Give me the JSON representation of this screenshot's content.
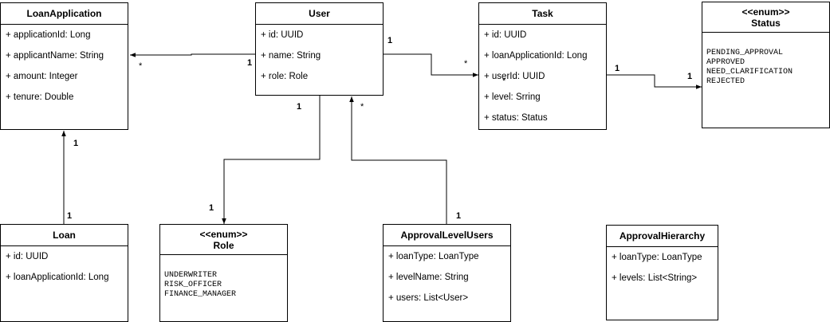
{
  "classes": {
    "loan_application": {
      "title": "LoanApplication",
      "attributes": [
        "+ applicationId: Long",
        "+ applicantName: String",
        "+ amount: Integer",
        "+ tenure: Double"
      ]
    },
    "user": {
      "title": "User",
      "attributes": [
        "+ id: UUID",
        "+ name: String",
        "+ role: Role"
      ]
    },
    "task": {
      "title": "Task",
      "attributes": [
        "+ id: UUID",
        "+ loanApplicationId: Long",
        "+ userId: UUID",
        "+ level: Srring",
        "+ status: Status"
      ]
    },
    "status": {
      "stereotype": "<<enum>>",
      "title": "Status",
      "values": [
        "PENDING_APPROVAL",
        "APPROVED",
        "NEED_CLARIFICATION",
        "REJECTED"
      ]
    },
    "loan": {
      "title": "Loan",
      "attributes": [
        "+ id: UUID",
        "+ loanApplicationId: Long"
      ]
    },
    "role": {
      "stereotype": "<<enum>>",
      "title": "Role",
      "values": [
        "UNDERWRITER",
        "RISK_OFFICER",
        "FINANCE_MANAGER"
      ]
    },
    "approval_level_users": {
      "title": "ApprovalLevelUsers",
      "attributes": [
        "+ loanType: LoanType",
        "+ levelName: String",
        "+ users: List<User>"
      ]
    },
    "approval_hierarchy": {
      "title": "ApprovalHierarchy",
      "attributes": [
        "+ loanType: LoanType",
        "+ levels: List<String>"
      ]
    }
  },
  "multiplicities": {
    "user_loanapp_user_end": "1",
    "user_loanapp_loanapp_end": "*",
    "user_task_user_end": "1",
    "user_task_task_end": "*",
    "task_status_task_end": "1",
    "task_status_status_end": "1",
    "user_role_user_end": "1",
    "user_role_role_end": "1",
    "approval_user_user_end": "*",
    "approval_user_approval_end": "1",
    "loan_loanapp_loanapp_end": "1",
    "loan_loanapp_loan_end": "1",
    "task_userid_star": "*"
  },
  "colors": {
    "line": "#000000",
    "background": "#ffffff"
  }
}
